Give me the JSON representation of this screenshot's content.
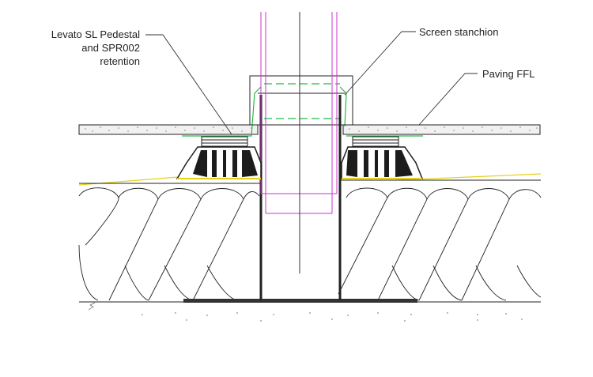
{
  "callouts": {
    "pedestal_line1": "Levato SL Pedestal",
    "pedestal_line2": "and SPR002",
    "pedestal_line3": "retention",
    "stanchion": "Screen stanchion",
    "paving": "Paving FFL"
  },
  "colors": {
    "line": "#222222",
    "pedestal": "#1c1c1c",
    "stanchion_outline": "#cc33cc",
    "membrane": "#22bb44",
    "yellow_line": "#e6d21a",
    "paving_fill": "#f1f1f1"
  }
}
